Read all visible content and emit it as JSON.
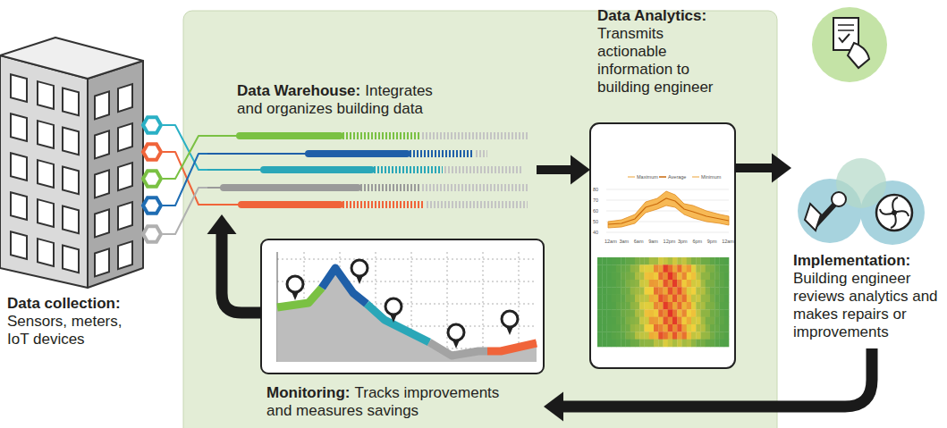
{
  "diagram": {
    "nodes": [
      {
        "text": [
          "Data collection:",
          "Sensors, meters, IoT devices"
        ]
      },
      {
        "text": [
          "Data Warehouse:",
          "Integrates and organizes building data"
        ]
      },
      {
        "text": [
          "Data Analytics:",
          "Transmits actionable information to building engineer"
        ]
      },
      {
        "text": [
          "Implementation:",
          "Building engineer reviews analytics and makes repairs or improvements"
        ]
      },
      {
        "text": [
          "Monitoring:",
          "Tracks improvements and measures savings"
        ]
      }
    ],
    "edges": [
      {
        "from": 0,
        "to": 1,
        "arrow": "none"
      },
      {
        "from": 1,
        "to": 2,
        "arrow": "to"
      },
      {
        "from": 2,
        "to": 3,
        "arrow": "to"
      },
      {
        "from": 3,
        "to": 4,
        "arrow": "to"
      },
      {
        "from": 4,
        "to": 1,
        "arrow": "to"
      }
    ],
    "labels": [
      "80",
      "70",
      "60",
      "50",
      "40",
      "12am",
      "3am",
      "6am",
      "9am",
      "12pm",
      "3pm",
      "6pm",
      "9pm",
      "12am"
    ],
    "legend": [
      {
        "text": "Maximum"
      },
      {
        "text": "Average"
      },
      {
        "text": "Minimum"
      }
    ]
  }
}
